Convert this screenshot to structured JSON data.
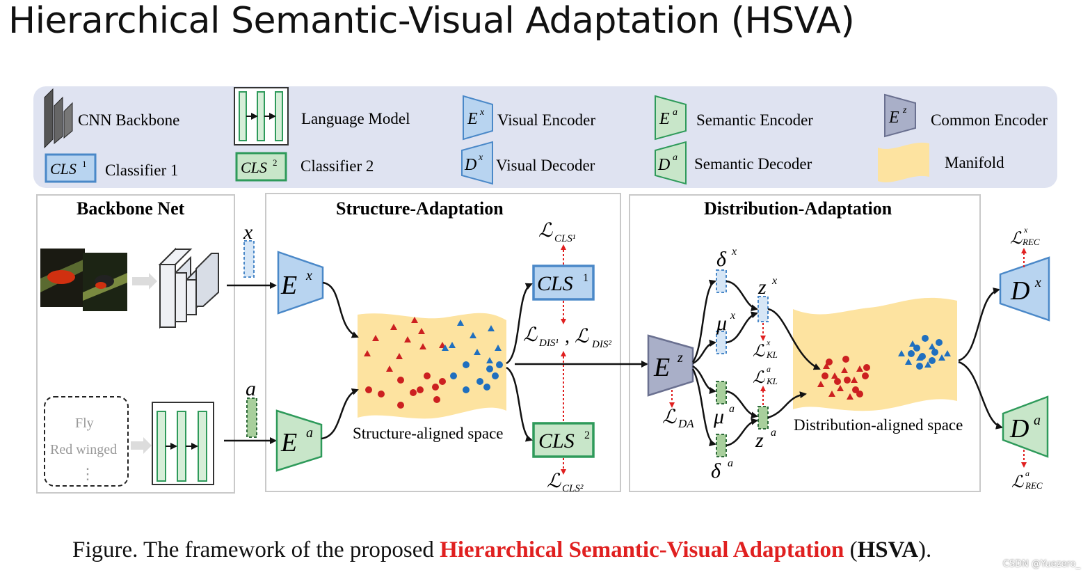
{
  "title": "Hierarchical Semantic-Visual Adaptation (HSVA)",
  "legend": {
    "cnn_backbone": "CNN Backbone",
    "language_model": "Language Model",
    "visual_encoder": "Visual Encoder",
    "semantic_encoder": "Semantic Encoder",
    "common_encoder": "Common Encoder",
    "classifier1": "Classifier 1",
    "classifier2": "Classifier 2",
    "visual_decoder": "Visual Decoder",
    "semantic_decoder": "Semantic Decoder",
    "manifold": "Manifold",
    "sym_ex": "E",
    "sym_ex_sup": "x",
    "sym_ea": "E",
    "sym_ea_sup": "a",
    "sym_ez": "E",
    "sym_ez_sup": "z",
    "sym_dx": "D",
    "sym_dx_sup": "x",
    "sym_da": "D",
    "sym_da_sup": "a",
    "sym_cls1": "CLS",
    "sym_cls1_sup": "1",
    "sym_cls2": "CLS",
    "sym_cls2_sup": "2"
  },
  "panels": {
    "backbone": "Backbone Net",
    "structure": "Structure-Adaptation",
    "distribution": "Distribution-Adaptation"
  },
  "backbone": {
    "text_lines": [
      "Fly",
      "Red winged",
      "⋮"
    ],
    "x_label": "x",
    "a_label": "a"
  },
  "structure": {
    "space_label": "Structure-aligned space",
    "loss_cls1": "ℒ",
    "loss_cls1_sub": "CLS¹",
    "loss_cls2": "ℒ",
    "loss_cls2_sub": "CLS²",
    "loss_dis": "ℒ",
    "loss_dis_sub1": "DIS¹",
    "loss_dis_sep": ", ℒ",
    "loss_dis_sub2": "DIS²"
  },
  "distribution": {
    "space_label": "Distribution-aligned space",
    "loss_da": "ℒ",
    "loss_da_sub": "DA",
    "delta_x": "δ",
    "delta_x_sup": "x",
    "mu_x": "μ",
    "mu_x_sup": "x",
    "z_x": "z",
    "z_x_sup": "x",
    "mu_a": "μ",
    "mu_a_sup": "a",
    "delta_a": "δ",
    "delta_a_sup": "a",
    "z_a": "z",
    "z_a_sup": "a",
    "loss_klx": "ℒ",
    "loss_klx_sup": "x",
    "loss_klx_sub": "KL",
    "loss_kla": "ℒ",
    "loss_kla_sup": "a",
    "loss_kla_sub": "KL",
    "loss_recx": "ℒ",
    "loss_recx_sup": "x",
    "loss_recx_sub": "REC",
    "loss_reca": "ℒ",
    "loss_reca_sup": "a",
    "loss_reca_sub": "REC"
  },
  "caption": {
    "prefix": "Figure. The framework of the proposed ",
    "highlight": "Hierarchical Semantic-Visual Adaptation",
    "suffix_open": " (",
    "suffix_bold": "HSVA",
    "suffix_close": ")."
  },
  "watermark": "CSDN @Yuezero_",
  "colors": {
    "legend_bg": "#dfe3f1",
    "visual_blue": "#b8d4f0",
    "visual_stroke": "#4a88c8",
    "semantic_green": "#c8e6c9",
    "semantic_stroke": "#2e9a5a",
    "common_grey": "#a9afc8",
    "manifold": "#fde3a0",
    "red_point": "#cc2020",
    "blue_point": "#1f6fbf",
    "loss_arrow": "#e02020",
    "caption_red": "#e02020"
  }
}
